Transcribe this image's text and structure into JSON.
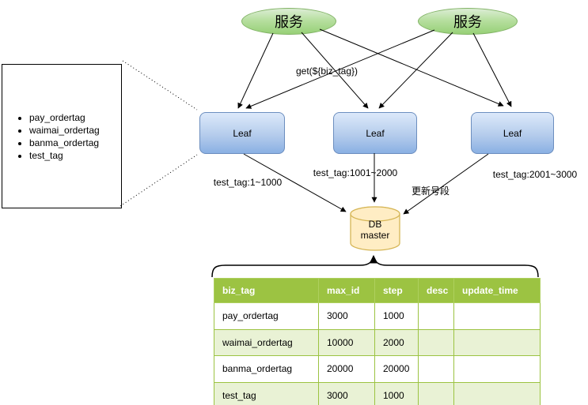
{
  "nodes": {
    "service1": "服务",
    "service2": "服务",
    "leaf1": "Leaf",
    "leaf2": "Leaf",
    "leaf3": "Leaf",
    "db": {
      "line1": "DB",
      "line2": "master"
    }
  },
  "labels": {
    "get_call": "get(${biz_tag})",
    "segment1": "test_tag:1~1000",
    "segment2": "test_tag:1001~2000",
    "segment3": "test_tag:2001~3000",
    "update_segment": "更新号段"
  },
  "biz_tag_list": {
    "items": [
      "pay_ordertag",
      "waimai_ordertag",
      "banma_ordertag",
      "test_tag"
    ]
  },
  "table": {
    "headers": [
      "biz_tag",
      "max_id",
      "step",
      "desc",
      "update_time"
    ],
    "rows": [
      [
        "pay_ordertag",
        "3000",
        "1000",
        "",
        ""
      ],
      [
        "waimai_ordertag",
        "10000",
        "2000",
        "",
        ""
      ],
      [
        "banma_ordertag",
        "20000",
        "20000",
        "",
        ""
      ],
      [
        "test_tag",
        "3000",
        "1000",
        "",
        ""
      ]
    ]
  },
  "colors": {
    "service_fill": "#97d077",
    "service_border": "#82b366",
    "leaf_fill": "#8ab0e3",
    "leaf_border": "#6c8ebf",
    "db_fill": "#ffedc4",
    "db_border": "#d6b656",
    "table_header_bg": "#9cc342",
    "table_alt_row_bg": "#e9f2d5",
    "line_color": "#000000"
  }
}
